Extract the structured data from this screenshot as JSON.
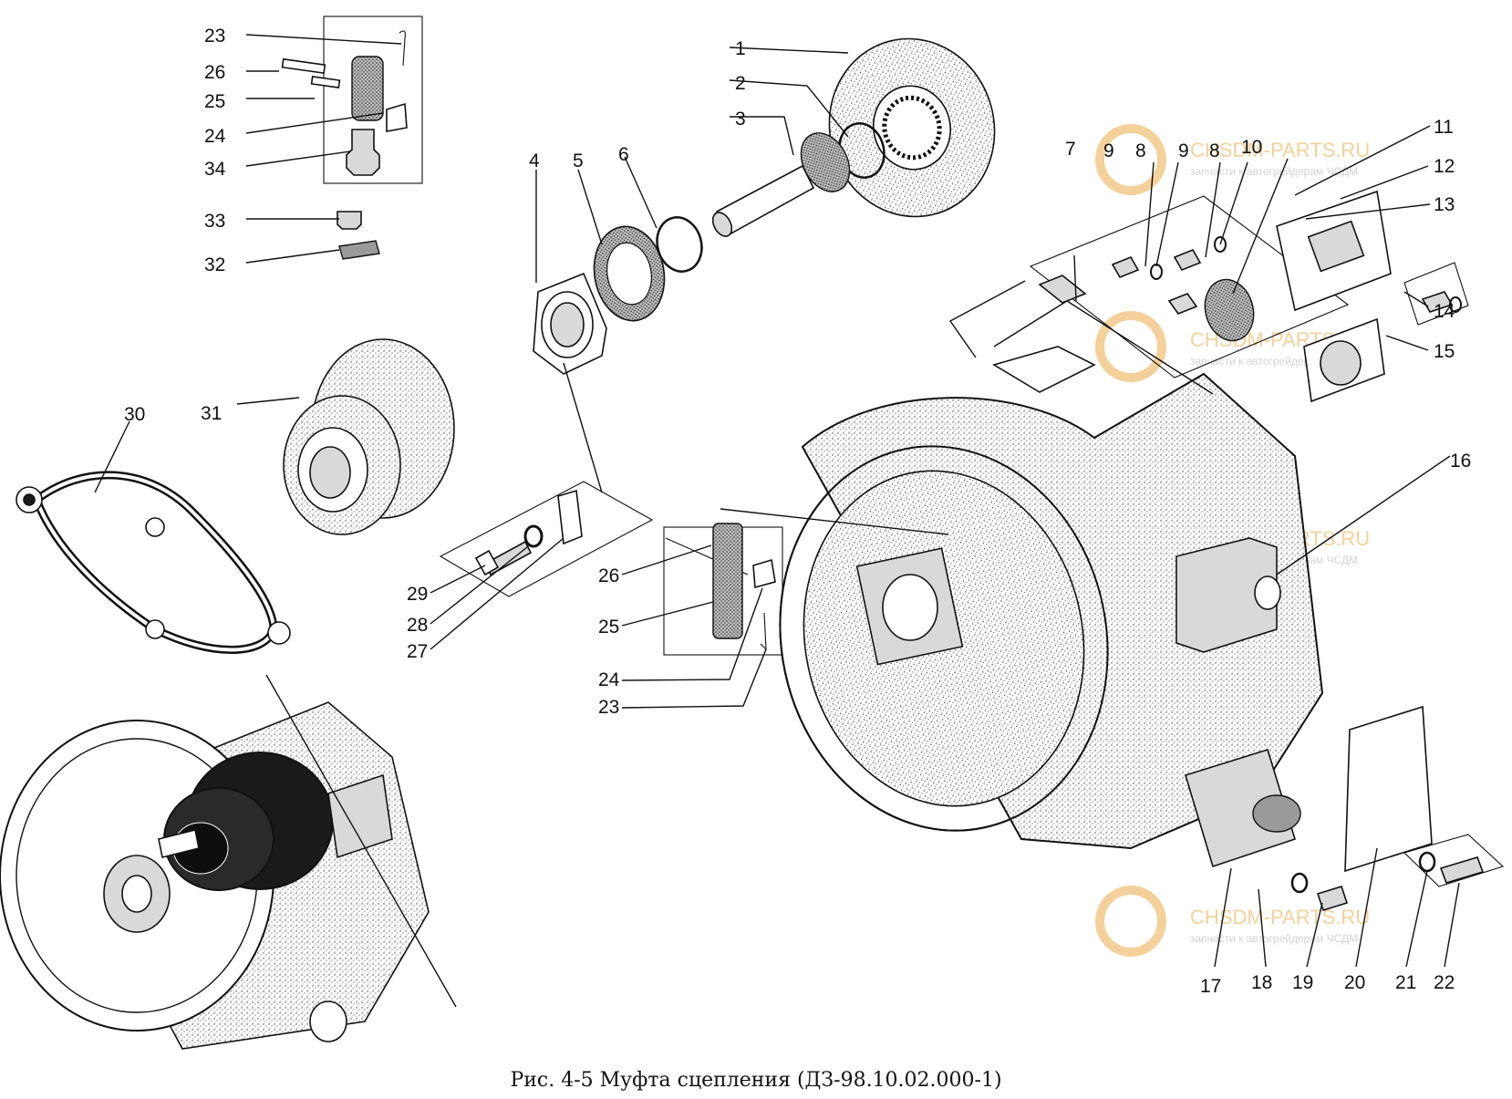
{
  "caption": "Рис. 4-5 Муфта сцепления (ДЗ-98.10.02.000-1)",
  "watermark": {
    "brand": "CHSDM-PARTS.RU",
    "tagline": "запчасти к автогрейдерам ЧСДМ",
    "color": "#f2c98a"
  },
  "callouts": {
    "c1": "1",
    "c2": "2",
    "c3": "3",
    "c4": "4",
    "c5": "5",
    "c6": "6",
    "c7": "7",
    "c8a": "8",
    "c8b": "8",
    "c9a": "9",
    "c9b": "9",
    "c10": "10",
    "c11": "11",
    "c12": "12",
    "c13": "13",
    "c14": "14",
    "c15": "15",
    "c16": "16",
    "c17": "17",
    "c18": "18",
    "c19": "19",
    "c20": "20",
    "c21": "21",
    "c22": "22",
    "c23a": "23",
    "c23b": "23",
    "c24a": "24",
    "c24b": "24",
    "c25a": "25",
    "c25b": "25",
    "c26a": "26",
    "c26b": "26",
    "c27": "27",
    "c28": "28",
    "c29": "29",
    "c30": "30",
    "c31": "31",
    "c32": "32",
    "c33": "33",
    "c34": "34"
  }
}
